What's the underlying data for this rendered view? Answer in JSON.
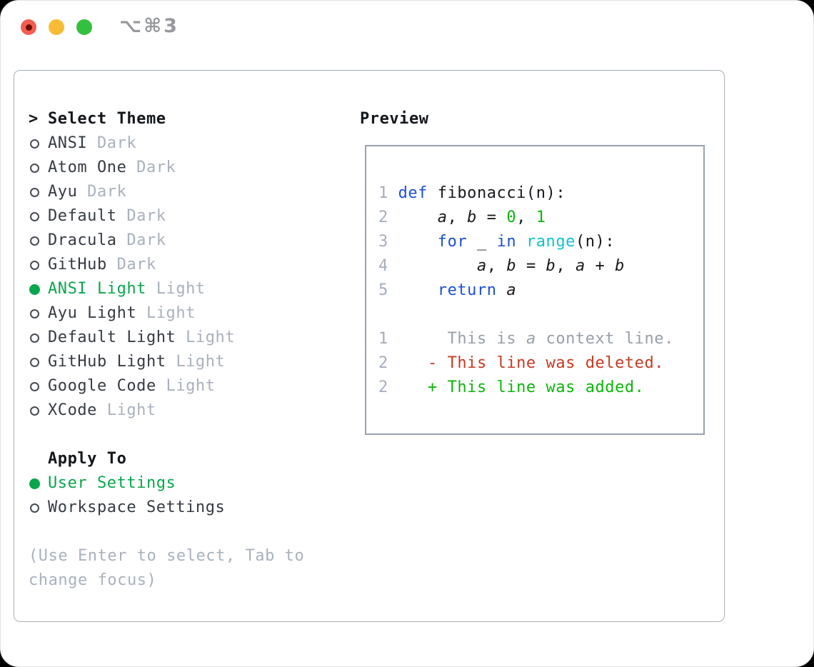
{
  "window": {
    "title": "⌥⌘3",
    "traffic_lights": {
      "close": "close-button",
      "minimize": "minimize-button",
      "zoom": "zoom-button"
    }
  },
  "theme_list": {
    "cursor": ">",
    "title": "Select Theme",
    "items": [
      {
        "name": "ANSI",
        "variant": "Dark",
        "selected": false
      },
      {
        "name": "Atom One",
        "variant": "Dark",
        "selected": false
      },
      {
        "name": "Ayu",
        "variant": "Dark",
        "selected": false
      },
      {
        "name": "Default",
        "variant": "Dark",
        "selected": false
      },
      {
        "name": "Dracula",
        "variant": "Dark",
        "selected": false
      },
      {
        "name": "GitHub",
        "variant": "Dark",
        "selected": false
      },
      {
        "name": "ANSI Light",
        "variant": "Light",
        "selected": true
      },
      {
        "name": "Ayu Light",
        "variant": "Light",
        "selected": false
      },
      {
        "name": "Default Light",
        "variant": "Light",
        "selected": false
      },
      {
        "name": "GitHub Light",
        "variant": "Light",
        "selected": false
      },
      {
        "name": "Google Code",
        "variant": "Light",
        "selected": false
      },
      {
        "name": "XCode",
        "variant": "Light",
        "selected": false
      }
    ]
  },
  "apply_to": {
    "title": "Apply To",
    "items": [
      {
        "name": "User Settings",
        "selected": true
      },
      {
        "name": "Workspace Settings",
        "selected": false
      }
    ]
  },
  "hint": "(Use Enter to select, Tab to\nchange focus)",
  "preview": {
    "title": "Preview",
    "colors": {
      "fg": "#17191d",
      "kw": "#1c50d8",
      "fn": "#14c3c9",
      "num": "#0db60d",
      "ctx": "#989fa9",
      "del": "#c43b22",
      "add": "#0db60d",
      "selected_green": "#0aa64c",
      "gutter": "#a5aebc"
    },
    "lines": [
      {
        "num": "1",
        "segs": [
          {
            "t": "def",
            "c": "kw"
          },
          {
            "t": " fibonacci(n):",
            "c": "fg"
          }
        ]
      },
      {
        "num": "2",
        "segs": [
          {
            "t": "    ",
            "c": "fg"
          },
          {
            "t": "a",
            "c": "fg",
            "i": 1
          },
          {
            "t": ", ",
            "c": "fg"
          },
          {
            "t": "b",
            "c": "fg",
            "i": 1
          },
          {
            "t": " = ",
            "c": "fg"
          },
          {
            "t": "0",
            "c": "num"
          },
          {
            "t": ", ",
            "c": "fg"
          },
          {
            "t": "1",
            "c": "num"
          }
        ]
      },
      {
        "num": "3",
        "segs": [
          {
            "t": "    ",
            "c": "fg"
          },
          {
            "t": "for",
            "c": "kw"
          },
          {
            "t": " _ ",
            "c": "fg"
          },
          {
            "t": "in",
            "c": "kw"
          },
          {
            "t": " ",
            "c": "fg"
          },
          {
            "t": "range",
            "c": "fn"
          },
          {
            "t": "(n):",
            "c": "fg"
          }
        ]
      },
      {
        "num": "4",
        "segs": [
          {
            "t": "        ",
            "c": "fg"
          },
          {
            "t": "a",
            "c": "fg",
            "i": 1
          },
          {
            "t": ", ",
            "c": "fg"
          },
          {
            "t": "b",
            "c": "fg",
            "i": 1
          },
          {
            "t": " = ",
            "c": "fg"
          },
          {
            "t": "b",
            "c": "fg",
            "i": 1
          },
          {
            "t": ", ",
            "c": "fg"
          },
          {
            "t": "a",
            "c": "fg",
            "i": 1
          },
          {
            "t": " + ",
            "c": "fg"
          },
          {
            "t": "b",
            "c": "fg",
            "i": 1
          }
        ]
      },
      {
        "num": "5",
        "segs": [
          {
            "t": "    ",
            "c": "fg"
          },
          {
            "t": "return",
            "c": "kw"
          },
          {
            "t": " ",
            "c": "fg"
          },
          {
            "t": "a",
            "c": "fg",
            "i": 1
          }
        ]
      },
      {
        "num": "",
        "segs": []
      },
      {
        "num": "1",
        "segs": [
          {
            "t": "     This is ",
            "c": "ctx"
          },
          {
            "t": "a",
            "c": "ctx",
            "i": 1
          },
          {
            "t": " context line.",
            "c": "ctx"
          }
        ]
      },
      {
        "num": "2",
        "segs": [
          {
            "t": "   - This line was deleted.",
            "c": "del"
          }
        ]
      },
      {
        "num": "2",
        "segs": [
          {
            "t": "   + This line was added.",
            "c": "add"
          }
        ]
      }
    ]
  }
}
